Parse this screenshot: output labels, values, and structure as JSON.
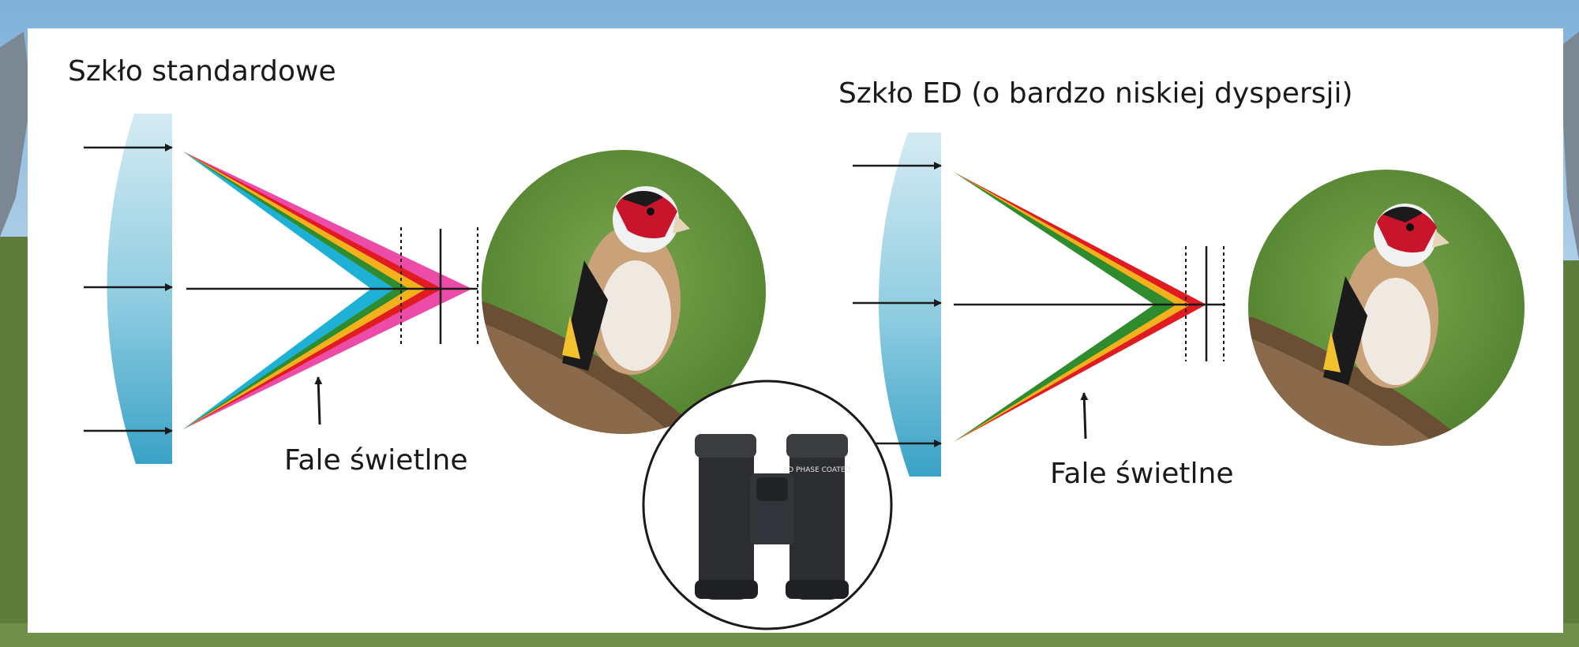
{
  "standard_glass": {
    "title": "Szkło standardowe",
    "wave_label": "Fale świetlne"
  },
  "ed_glass": {
    "title": "Szkło ED (o bardzo niskiej dyspersji)",
    "wave_label": "Fale świetlne"
  },
  "binoculars": {
    "badge_text": "ED PHASE COATED"
  },
  "colors": {
    "panel": "#ffffff",
    "lens_top": "#d4ebf3",
    "lens_bottom": "#3aa2c6",
    "ray_magenta": "#ec4ba7",
    "ray_red": "#e11b22",
    "ray_yellow": "#f3b21c",
    "ray_green": "#2e8b2e",
    "ray_cyan": "#1fb0d6",
    "bird_background": "#5f8f3a",
    "binocular_body": "#2b2d30"
  }
}
